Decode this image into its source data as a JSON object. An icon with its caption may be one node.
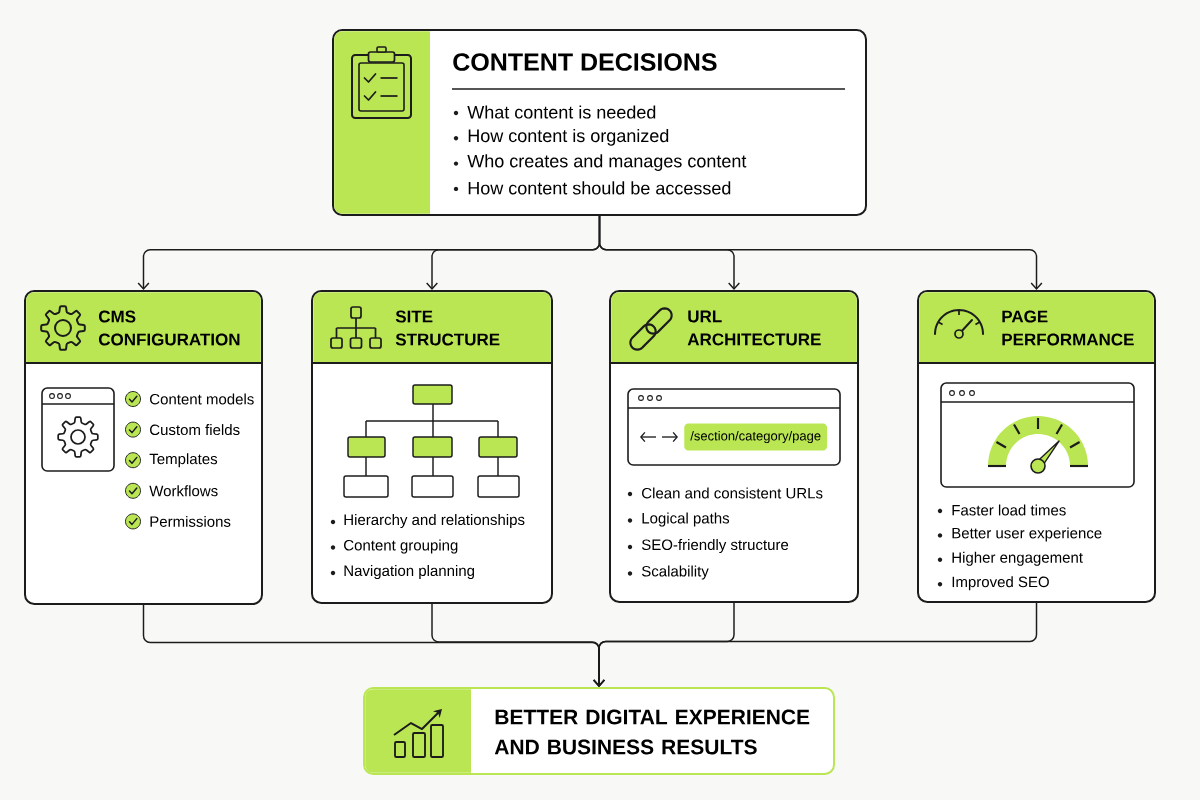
{
  "diagram": {
    "nodes": [
      {
        "text": [
          "CONTENT DECISIONS",
          "What content is needed",
          "How content is organized",
          "Who creates and manages content",
          "How content should be accessed"
        ]
      },
      {
        "text": [
          "CMS CONFIGURATION",
          "Content models",
          "Custom fields",
          "Templates",
          "Workflows",
          "Permissions"
        ]
      },
      {
        "text": [
          "SITE STRUCTURE",
          "Hierarchy and relationships",
          "Content grouping",
          "Navigation planning"
        ]
      },
      {
        "text": [
          "URL ARCHITECTURE",
          "Clean and consistent URLs",
          "Logical paths",
          "SEO-friendly structure",
          "Scalability"
        ]
      },
      {
        "text": [
          "/section/category/page"
        ],
        "in": 3
      },
      {
        "text": [
          "PAGE PERFORMANCE",
          "Faster load times",
          "Better user experience",
          "Higher engagement",
          "Improved SEO"
        ]
      },
      {
        "text": [
          "BETTER DIGITAL EXPERIENCE AND BUSINESS RESULTS"
        ]
      }
    ],
    "edges": [
      {
        "from": 0,
        "to": 1,
        "arrow": "to"
      },
      {
        "from": 0,
        "to": 2,
        "arrow": "to"
      },
      {
        "from": 0,
        "to": 3,
        "arrow": "to"
      },
      {
        "from": 0,
        "to": 5,
        "arrow": "to"
      },
      {
        "from": 1,
        "to": 6,
        "arrow": "to"
      },
      {
        "from": 2,
        "to": 6,
        "arrow": "to"
      },
      {
        "from": 3,
        "to": 6,
        "arrow": "to"
      },
      {
        "from": 5,
        "to": 6,
        "arrow": "to"
      }
    ]
  }
}
